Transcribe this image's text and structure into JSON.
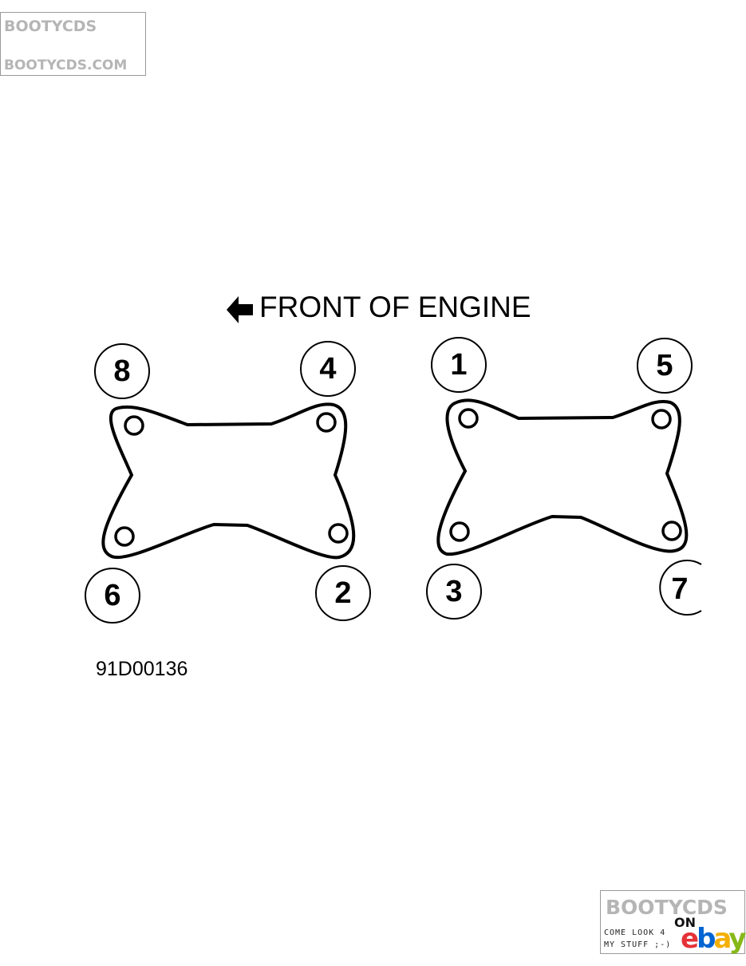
{
  "watermark_top": {
    "line1": "BOOTYCDS",
    "line2": "BOOTYCDS.COM"
  },
  "watermark_bottom": {
    "title": "BOOTYCDS",
    "on": "ON",
    "text1": "COME LOOK 4",
    "text2": "MY STUFF ;-)",
    "ebay": [
      "e",
      "b",
      "a",
      "y"
    ]
  },
  "heading": "FRONT OF ENGINE",
  "figure_code": "91D00136",
  "bolt_numbers": {
    "b8": "8",
    "b4": "4",
    "b6": "6",
    "b2": "2",
    "b1": "1",
    "b5": "5",
    "b3": "3",
    "b7": "7"
  },
  "colors": {
    "line": "#000000",
    "background": "#ffffff",
    "watermark": "#b5b5b5"
  }
}
